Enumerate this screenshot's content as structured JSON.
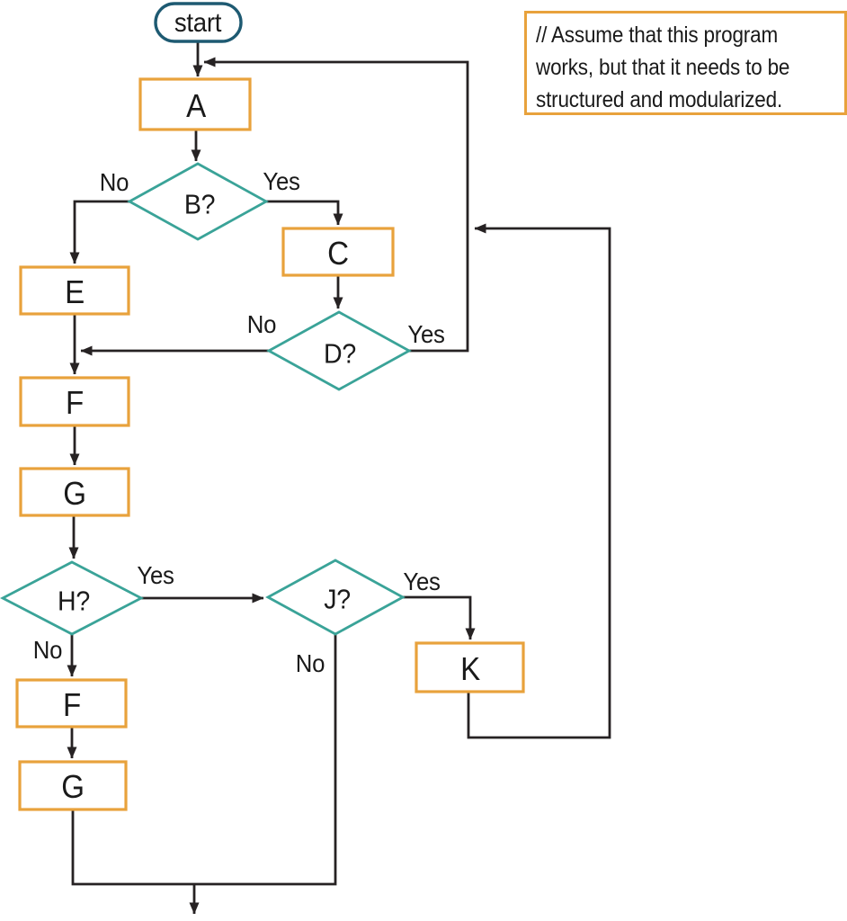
{
  "palette": {
    "box_border": "#E8A23C",
    "diamond_border": "#3AA398",
    "start_border": "#1E5A72",
    "line": "#262223",
    "text": "#1A1A1A",
    "background": "#FFFFFF"
  },
  "nodes": {
    "start": "start",
    "a": "A",
    "b": "B?",
    "c": "C",
    "d": "D?",
    "e": "E",
    "f1": "F",
    "g1": "G",
    "h": "H?",
    "j": "J?",
    "k": "K",
    "f2": "F",
    "g2": "G"
  },
  "edge_labels": {
    "b_no": "No",
    "b_yes": "Yes",
    "d_no": "No",
    "d_yes": "Yes",
    "h_yes": "Yes",
    "h_no": "No",
    "j_yes": "Yes",
    "j_no": "No"
  },
  "comment": {
    "lines": [
      "// Assume that this program",
      "works, but that it needs to be",
      "structured and modularized."
    ]
  }
}
